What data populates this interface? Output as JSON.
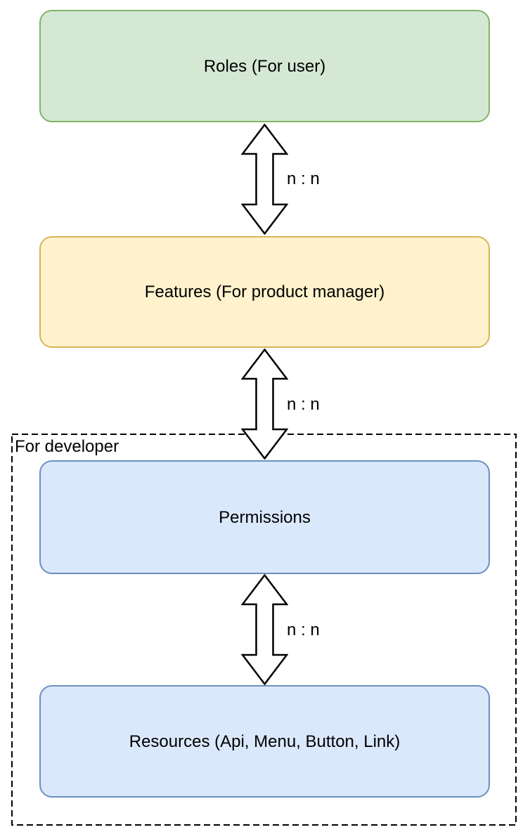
{
  "diagram": {
    "type": "entity-relationship",
    "background_color": "#ffffff",
    "text_color": "#000000",
    "nodes": [
      {
        "id": "roles",
        "label": "Roles (For user)",
        "fill": "#d5e8d4",
        "stroke": "#82b366"
      },
      {
        "id": "features",
        "label": "Features (For product manager)",
        "fill": "#fff2cc",
        "stroke": "#d6b656"
      },
      {
        "id": "permissions",
        "label": "Permissions",
        "fill": "#dae8fc",
        "stroke": "#6c8ebf"
      },
      {
        "id": "resources",
        "label": "Resources (Api, Menu, Button, Link)",
        "fill": "#dae8fc",
        "stroke": "#6c8ebf"
      }
    ],
    "edges": [
      {
        "from": "roles",
        "to": "features",
        "label": "n : n",
        "style": "double-headed-vertical-arrow",
        "arrow_fill": "#ffffff",
        "arrow_stroke": "#000000"
      },
      {
        "from": "features",
        "to": "permissions",
        "label": "n : n",
        "style": "double-headed-vertical-arrow",
        "arrow_fill": "#ffffff",
        "arrow_stroke": "#000000"
      },
      {
        "from": "permissions",
        "to": "resources",
        "label": "n : n",
        "style": "double-headed-vertical-arrow",
        "arrow_fill": "#ffffff",
        "arrow_stroke": "#000000"
      }
    ],
    "group": {
      "label": "For developer",
      "contains": [
        "permissions",
        "resources"
      ],
      "border_style": "dashed",
      "border_color": "#000000"
    }
  }
}
